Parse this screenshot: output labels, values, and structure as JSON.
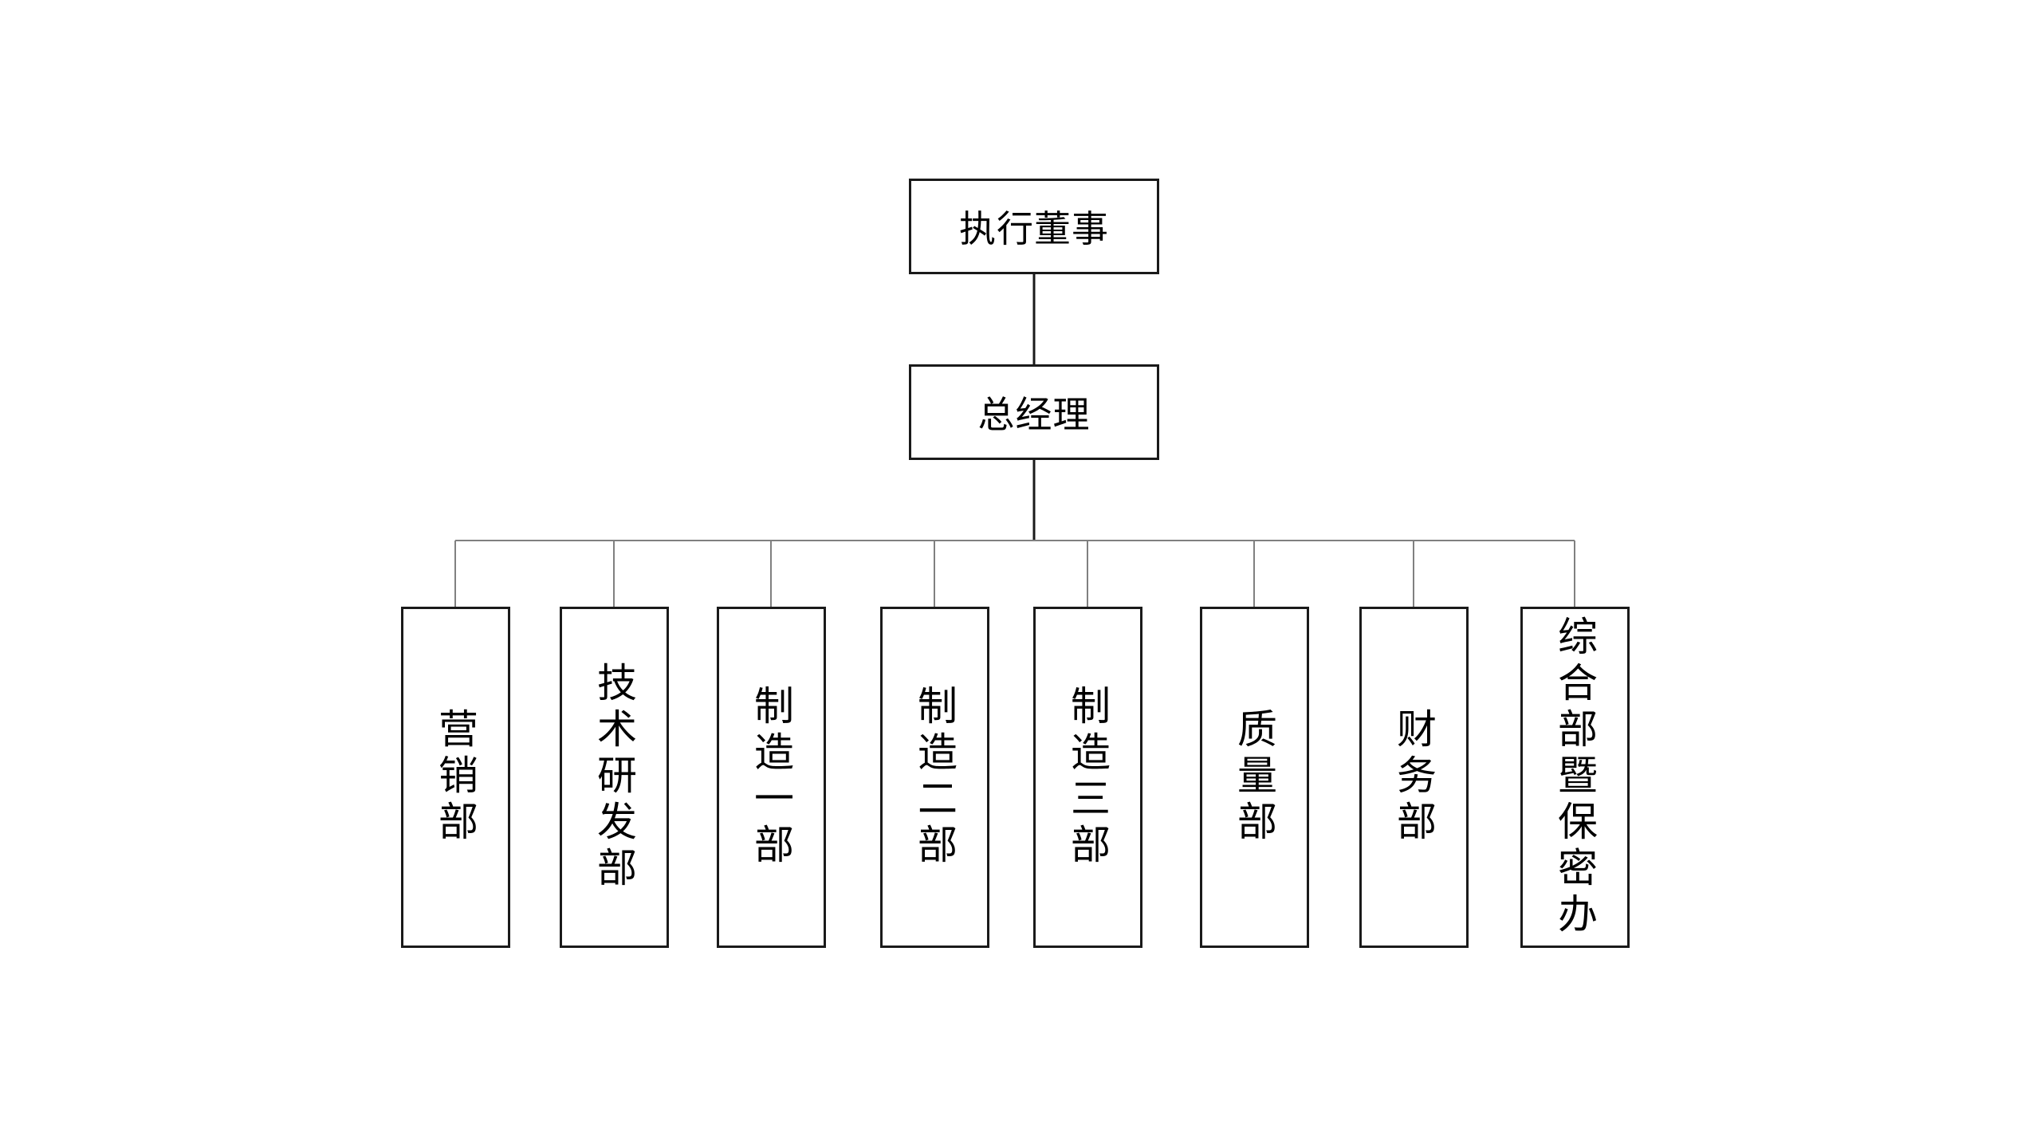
{
  "top": {
    "executive": "执行董事",
    "general_manager": "总经理"
  },
  "departments": [
    "营销部",
    "技术研发部",
    "制造一部",
    "制造二部",
    "制造三部",
    "质量部",
    "财务部",
    "综合部暨保密办"
  ],
  "colors": {
    "border": "#1a1a1a",
    "connector_main": "#1a1a1a",
    "connector_branch": "#808080",
    "background": "#ffffff"
  }
}
